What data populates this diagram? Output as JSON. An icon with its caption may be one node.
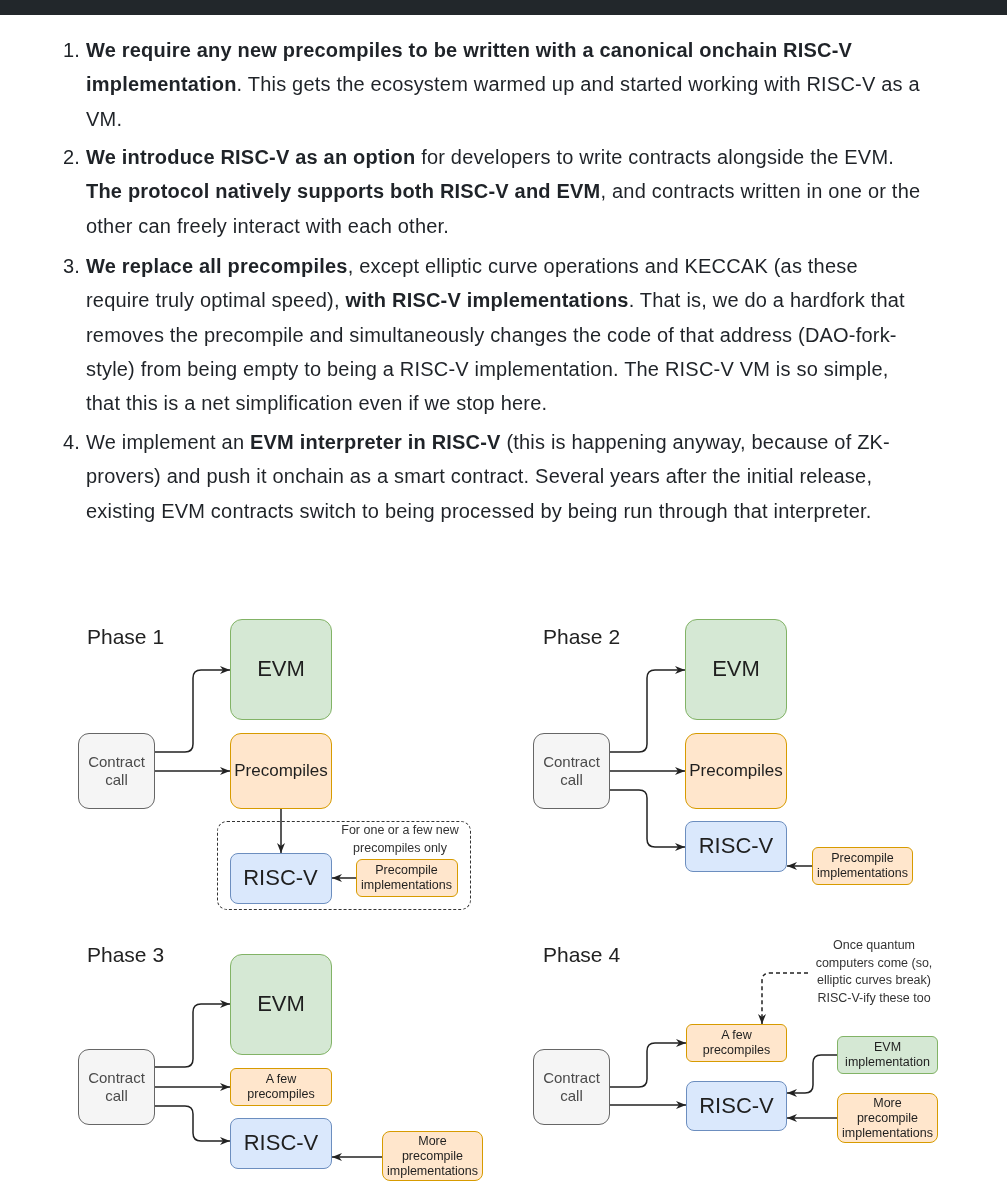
{
  "diagram": {
    "nodes": [
      {
        "text": [
          "EVM"
        ]
      },
      {
        "text": [
          "Contract call"
        ]
      },
      {
        "text": [
          "Precompiles"
        ]
      },
      {
        "text": [
          "For one or a few new precompiles only"
        ]
      },
      {
        "text": [
          "RISC-V"
        ],
        "in": 3
      },
      {
        "text": [
          "Precompile implementations"
        ],
        "in": 3
      },
      {
        "text": [
          "EVM"
        ]
      },
      {
        "text": [
          "Contract call"
        ]
      },
      {
        "text": [
          "Precompiles"
        ]
      },
      {
        "text": [
          "RISC-V"
        ]
      },
      {
        "text": [
          "Precompile implementations"
        ]
      },
      {
        "text": [
          "EVM"
        ]
      },
      {
        "text": [
          "Contract call"
        ]
      },
      {
        "text": [
          "A few precompiles"
        ]
      },
      {
        "text": [
          "RISC-V"
        ]
      },
      {
        "text": [
          "More precompile implementations"
        ]
      },
      {
        "text": [
          "Once quantum computers come (so, elliptic curves break) RISC-V-ify these too"
        ]
      },
      {
        "text": [
          "A few precompiles"
        ]
      },
      {
        "text": [
          "Contract call"
        ]
      },
      {
        "text": [
          "EVM implementation"
        ]
      },
      {
        "text": [
          "RISC-V"
        ]
      },
      {
        "text": [
          "More precompile implementations"
        ]
      }
    ],
    "edges": [
      {
        "from": 1,
        "to": 0,
        "arrow": "to"
      },
      {
        "from": 1,
        "to": 2,
        "arrow": "to"
      },
      {
        "from": 2,
        "to": 4,
        "arrow": "to"
      },
      {
        "from": 5,
        "to": 4,
        "arrow": "to"
      },
      {
        "from": 7,
        "to": 6,
        "arrow": "to"
      },
      {
        "from": 7,
        "to": 8,
        "arrow": "to"
      },
      {
        "from": 7,
        "to": 9,
        "arrow": "to"
      },
      {
        "from": 10,
        "to": 9,
        "arrow": "to"
      },
      {
        "from": 12,
        "to": 11,
        "arrow": "to"
      },
      {
        "from": 12,
        "to": 13,
        "arrow": "to"
      },
      {
        "from": 12,
        "to": 14,
        "arrow": "to"
      },
      {
        "from": 15,
        "to": 14,
        "arrow": "to"
      },
      {
        "from": 16,
        "to": 17,
        "arrow": "to",
        "style": "dashed"
      },
      {
        "from": 18,
        "to": 17,
        "arrow": "to"
      },
      {
        "from": 18,
        "to": 20,
        "arrow": "to"
      },
      {
        "from": 19,
        "to": 20,
        "arrow": "to"
      },
      {
        "from": 21,
        "to": 20,
        "arrow": "to"
      }
    ],
    "labels": [
      "1.",
      "**We require any new precompiles to be written with a canonical onchain RISC-V implementation**. This gets the ecosystem warmed up and started working with RISC-V as a VM.",
      "2.",
      "**We introduce RISC-V as an option** for developers to write contracts alongside the EVM. **The protocol natively supports both RISC-V and EVM**, and contracts written in one or the other can freely interact with each other.",
      "3.",
      "**We replace all precompiles**, except elliptic curve operations and KECCAK (as these require truly optimal speed), **with RISC-V implementations**. That is, we do a hardfork that removes the precompile and simultaneously changes the code of that address (DAO-fork-style) from being empty to being a RISC-V implementation. The RISC-V VM is so simple, that this is a net simplification even if we stop here.",
      "4.",
      "We implement an **EVM interpreter in RISC-V** (this is happening anyway, because of ZK-provers) and push it onchain as a smart contract. Several years after the initial release, existing EVM contracts switch to being processed by being run through that interpreter.",
      "Phase 1",
      "Phase 2",
      "Phase 3",
      "Phase 4"
    ]
  }
}
